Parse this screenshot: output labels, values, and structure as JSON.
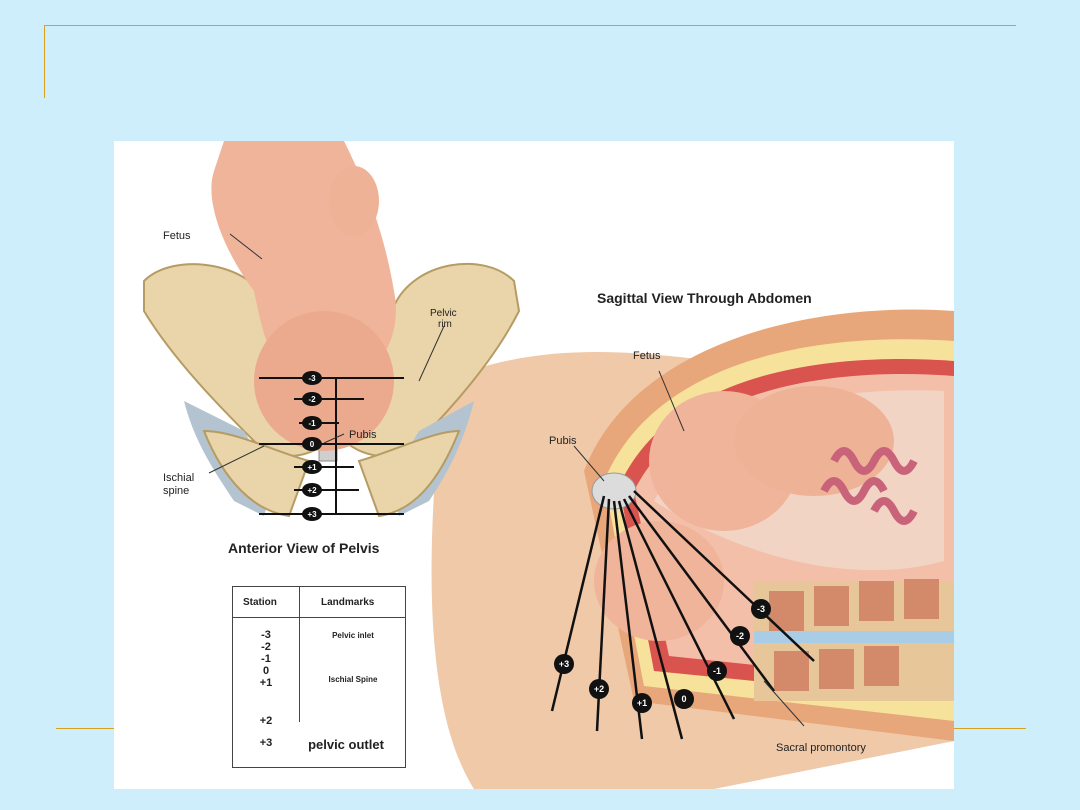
{
  "anterior": {
    "title": "Anterior View of Pelvis",
    "labels": {
      "fetus": "Fetus",
      "pelvic_rim_1": "Pelvic",
      "pelvic_rim_2": "rim",
      "pubis": "Pubis",
      "ischial_1": "Ischial",
      "ischial_2": "spine"
    },
    "stations": [
      "-3",
      "-2",
      "-1",
      "0",
      "+1",
      "+2",
      "+3"
    ]
  },
  "sagittal": {
    "title": "Sagittal View Through Abdomen",
    "labels": {
      "fetus": "Fetus",
      "pubis": "Pubis",
      "sacral": "Sacral promontory"
    },
    "stations": [
      "-3",
      "-2",
      "-1",
      "0",
      "+1",
      "+2",
      "+3"
    ]
  },
  "table": {
    "headers": {
      "station": "Station",
      "landmarks": "Landmarks"
    },
    "rows": [
      {
        "station": "-3",
        "landmark": "Pelvic inlet"
      },
      {
        "station": "-2",
        "landmark": ""
      },
      {
        "station": "-1",
        "landmark": ""
      },
      {
        "station": "0",
        "landmark": "Ischial Spine"
      },
      {
        "station": "+1",
        "landmark": ""
      },
      {
        "station": "+2",
        "landmark": ""
      },
      {
        "station": "+3",
        "landmark": "pelvic outlet"
      }
    ]
  }
}
